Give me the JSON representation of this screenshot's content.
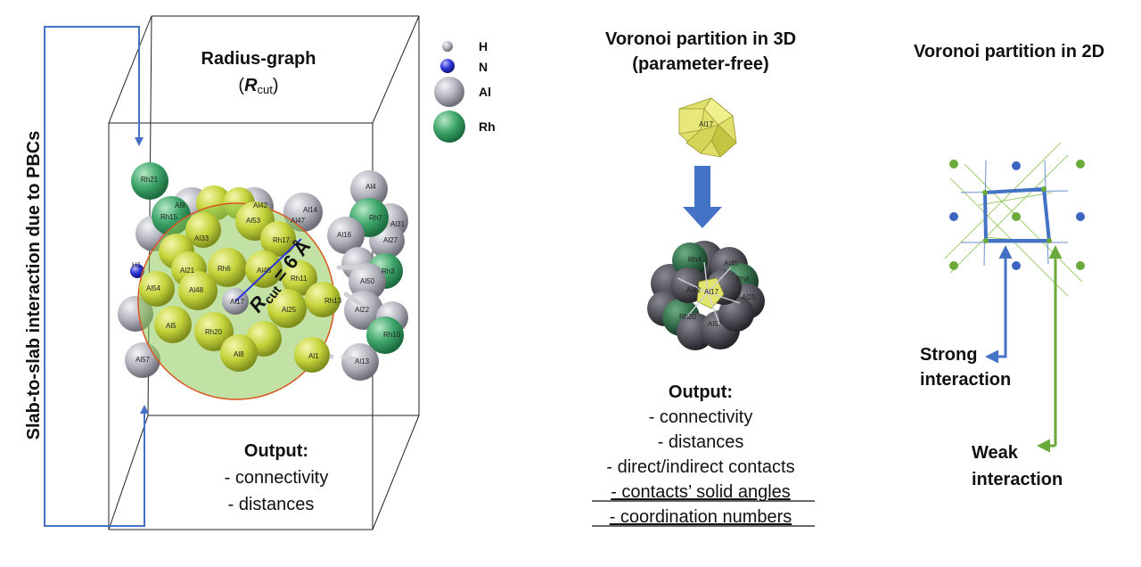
{
  "left_panel": {
    "title_line1": "Radius-graph",
    "title_r": "R",
    "title_r_sub": "cut",
    "side_label": "Slab-to-slab interaction due to PBCs",
    "rcut_label_r": "R",
    "rcut_label_sub": "cut",
    "rcut_label_value": " = 6 Å",
    "output_title": "Output:",
    "outputs": [
      "- connectivity",
      "- distances"
    ],
    "legend": [
      {
        "symbol": "H",
        "color": "#b9b9c4"
      },
      {
        "symbol": "N",
        "color": "#2f35d6"
      },
      {
        "symbol": "Al",
        "color": "#a9a9b4"
      },
      {
        "symbol": "Rh",
        "color": "#3ea56a"
      }
    ],
    "atoms_green": [
      "Rh21",
      "Rh15",
      "Rh7",
      "Rh3",
      "Rh10"
    ],
    "atoms_gray": [
      "Al42",
      "Al14",
      "Al47",
      "Al16",
      "Al4",
      "Al31",
      "Al27",
      "Al50",
      "Al22",
      "Al13",
      "Al57",
      "Al9"
    ],
    "atoms_yellow": [
      "Al33",
      "Al53",
      "Rh17",
      "Al21",
      "Rh6",
      "Al45",
      "Rh11",
      "Al48",
      "Al25",
      "Rh13",
      "Al54",
      "Al5",
      "Rh20",
      "Al8",
      "Al1"
    ],
    "center_atom": "Al17",
    "h_atom": "H1"
  },
  "middle_panel": {
    "title_line1": "Voronoi partition in 3D",
    "title_line2": "(parameter-free)",
    "cell_label": "Al17",
    "cluster_labels": [
      "Rh4",
      "Al45",
      "Rh8",
      "Al42",
      "Al17",
      "Al25",
      "Rh20",
      "Al57"
    ],
    "output_title": "Output:",
    "outputs": [
      "- connectivity",
      "- distances",
      "- direct/indirect contacts",
      "- contacts’ solid angles",
      "- coordination numbers"
    ]
  },
  "right_panel": {
    "title": "Voronoi partition in 2D",
    "strong_line1": "Strong",
    "strong_line2": "interaction",
    "weak_line1": "Weak",
    "weak_line2": "interaction"
  },
  "colors": {
    "arrow_blue": "#4472c4",
    "rh_green": "#3ea56a",
    "al_gray": "#a9a9b4",
    "sphere_yellow": "#c9d83a",
    "cutoff_fill": "#8fc85a",
    "cutoff_edge": "#d9541e",
    "dot_green": "#6aaa3a",
    "dot_blue": "#3a64c0"
  }
}
